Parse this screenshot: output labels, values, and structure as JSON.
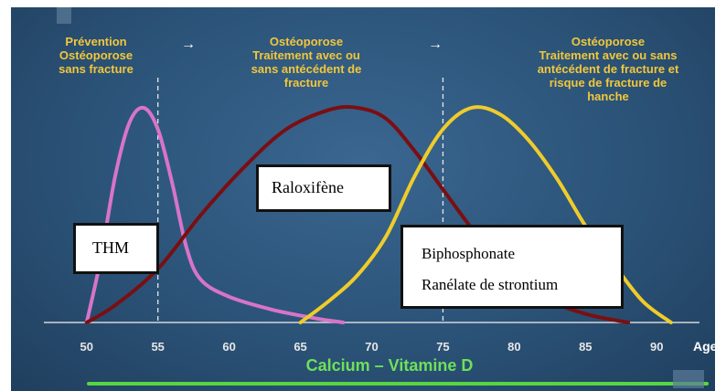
{
  "phases": [
    "Prévention\nOstéoporose\nsans fracture",
    "Ostéoporose\nTraitement avec ou\nsans antécédent de\nfracture",
    "Ostéoporose\nTraitement avec ou sans\nantécédent de fracture et\nrisque de fracture de\nhanche"
  ],
  "arrow_glyph": "→",
  "treatments": {
    "thm": "THM",
    "raloxifene": "Raloxifène",
    "biphosphonate": "Biphosphonate",
    "ranelate": "Ranélate de strontium"
  },
  "footer": "Calcium – Vitamine D",
  "colors": {
    "thm": "#d874c8",
    "raloxifene": "#7a0f12",
    "bisphos": "#f0cc2a",
    "calcium": "#56d640",
    "phase_text": "#f2c73a",
    "background": "#2b5378"
  },
  "chart_data": {
    "type": "line",
    "xlabel": "Age",
    "xlim": [
      47,
      93
    ],
    "xticks": [
      50,
      55,
      60,
      65,
      70,
      75,
      80,
      85,
      90
    ],
    "phase_boundaries": [
      55,
      75
    ],
    "grid": false,
    "series": [
      {
        "key": "thm",
        "points": [
          [
            50,
            0
          ],
          [
            51,
            0.3
          ],
          [
            52,
            0.68
          ],
          [
            53,
            0.93
          ],
          [
            54,
            1.0
          ],
          [
            55,
            0.9
          ],
          [
            56,
            0.65
          ],
          [
            57,
            0.35
          ],
          [
            58,
            0.2
          ],
          [
            60,
            0.12
          ],
          [
            63,
            0.06
          ],
          [
            66,
            0.02
          ],
          [
            68,
            0
          ]
        ]
      },
      {
        "key": "raloxifene",
        "points": [
          [
            50,
            0
          ],
          [
            52,
            0.08
          ],
          [
            55,
            0.25
          ],
          [
            58,
            0.5
          ],
          [
            61,
            0.72
          ],
          [
            64,
            0.9
          ],
          [
            67,
            0.99
          ],
          [
            69,
            1.0
          ],
          [
            71,
            0.95
          ],
          [
            73,
            0.8
          ],
          [
            75,
            0.62
          ],
          [
            77,
            0.44
          ],
          [
            79,
            0.28
          ],
          [
            82,
            0.12
          ],
          [
            85,
            0.04
          ],
          [
            88,
            0
          ]
        ]
      },
      {
        "key": "bisphos",
        "points": [
          [
            65,
            0
          ],
          [
            67,
            0.1
          ],
          [
            69,
            0.22
          ],
          [
            71,
            0.4
          ],
          [
            73,
            0.68
          ],
          [
            75,
            0.9
          ],
          [
            77,
            1.0
          ],
          [
            79,
            0.97
          ],
          [
            81,
            0.85
          ],
          [
            83,
            0.67
          ],
          [
            85,
            0.45
          ],
          [
            87,
            0.27
          ],
          [
            89,
            0.1
          ],
          [
            91,
            0
          ]
        ]
      }
    ]
  }
}
